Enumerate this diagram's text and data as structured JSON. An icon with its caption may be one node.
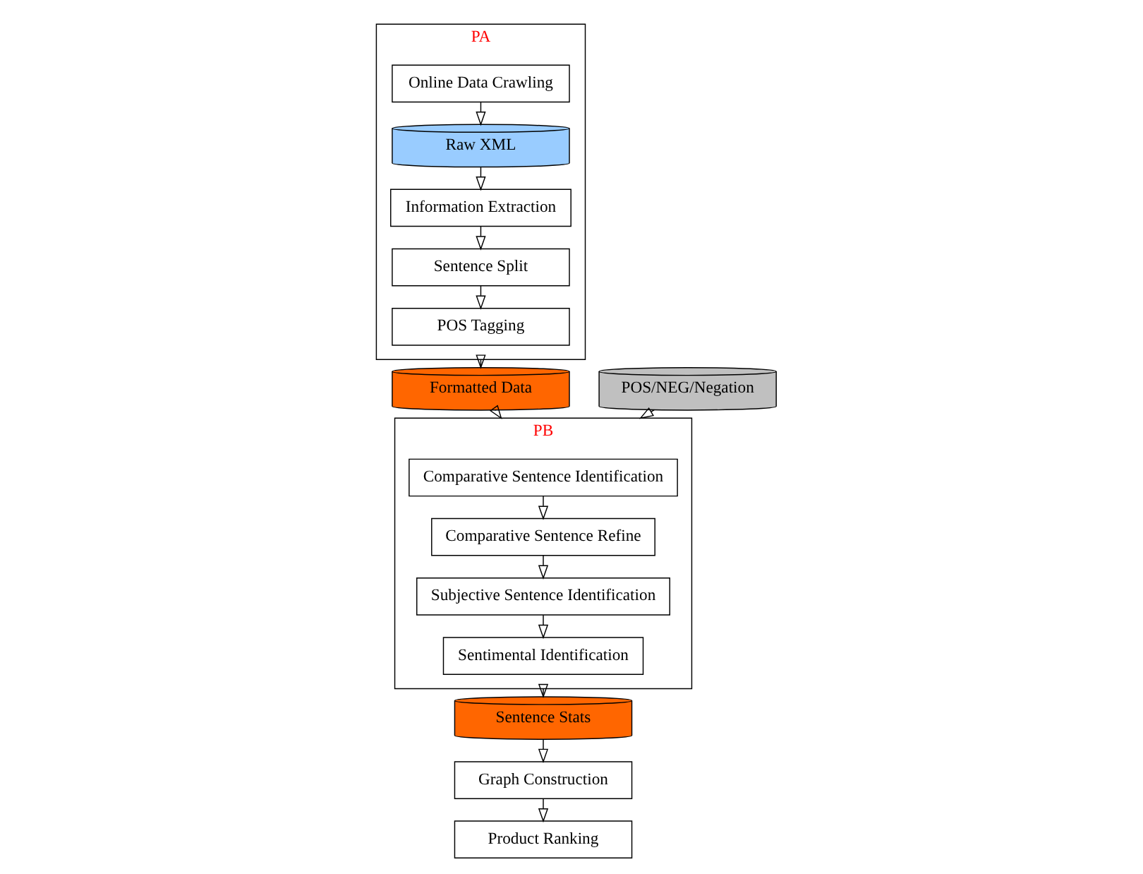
{
  "diagram": {
    "nodes": [
      {
        "text": [
          "PA"
        ]
      },
      {
        "text": [
          "Online Data Crawling"
        ],
        "in": 0
      },
      {
        "text": [
          "Raw XML"
        ],
        "in": 0
      },
      {
        "text": [
          "Information Extraction"
        ],
        "in": 0
      },
      {
        "text": [
          "Sentence Split"
        ],
        "in": 0
      },
      {
        "text": [
          "POS Tagging"
        ],
        "in": 0
      },
      {
        "text": [
          "POS/NEG/Negation"
        ]
      },
      {
        "text": [
          "Formatted Data"
        ]
      },
      {
        "text": [
          "PB"
        ]
      },
      {
        "text": [
          "Comparative Sentence Identification"
        ],
        "in": 8
      },
      {
        "text": [
          "Comparative Sentence Refine"
        ],
        "in": 8
      },
      {
        "text": [
          "Subjective Sentence Identification"
        ],
        "in": 8
      },
      {
        "text": [
          "Sentimental Identification"
        ],
        "in": 8
      },
      {
        "text": [
          "Sentence Stats"
        ]
      },
      {
        "text": [
          "Graph Construction"
        ]
      },
      {
        "text": [
          "Product Ranking"
        ]
      }
    ],
    "edges": [
      {
        "from": 1,
        "to": 2,
        "arrow": "to"
      },
      {
        "from": 2,
        "to": 3,
        "arrow": "to"
      },
      {
        "from": 3,
        "to": 4,
        "arrow": "to"
      },
      {
        "from": 4,
        "to": 5,
        "arrow": "to"
      },
      {
        "from": 0,
        "to": 7,
        "arrow": "to"
      },
      {
        "from": 6,
        "to": 8,
        "arrow": "to"
      },
      {
        "from": 7,
        "to": 8,
        "arrow": "to"
      },
      {
        "from": 9,
        "to": 10,
        "arrow": "to"
      },
      {
        "from": 10,
        "to": 11,
        "arrow": "to"
      },
      {
        "from": 11,
        "to": 12,
        "arrow": "to"
      },
      {
        "from": 8,
        "to": 13,
        "arrow": "to"
      },
      {
        "from": 13,
        "to": 14,
        "arrow": "to"
      },
      {
        "from": 14,
        "to": 15,
        "arrow": "to"
      }
    ]
  }
}
